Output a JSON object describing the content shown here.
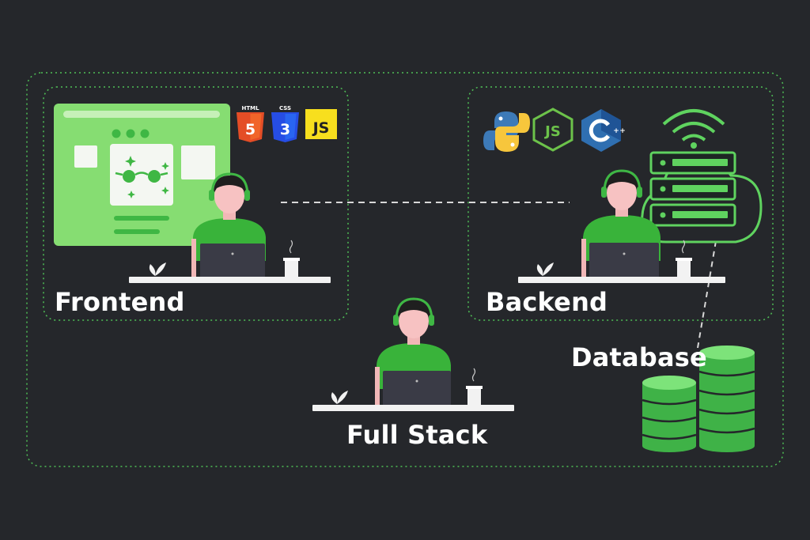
{
  "labels": {
    "frontend": "Frontend",
    "backend": "Backend",
    "database": "Database",
    "fullstack": "Full Stack"
  },
  "badges": {
    "html_top": "HTML",
    "html_num": "5",
    "css_top": "CSS",
    "css_num": "3",
    "js": "JS",
    "node": "JS"
  },
  "icons": [
    "html5-icon",
    "css3-icon",
    "javascript-icon",
    "python-icon",
    "nodejs-icon",
    "cpp-icon",
    "wifi-icon",
    "server-icon",
    "database-icon",
    "cloud-icon"
  ],
  "colors": {
    "background": "#25272b",
    "accent_green": "#5fd35f",
    "shirt_green": "#39b33a",
    "html_orange": "#e44d26",
    "css_blue": "#264de4",
    "js_yellow": "#f7df1e",
    "cpp_blue": "#2f6fb1"
  }
}
